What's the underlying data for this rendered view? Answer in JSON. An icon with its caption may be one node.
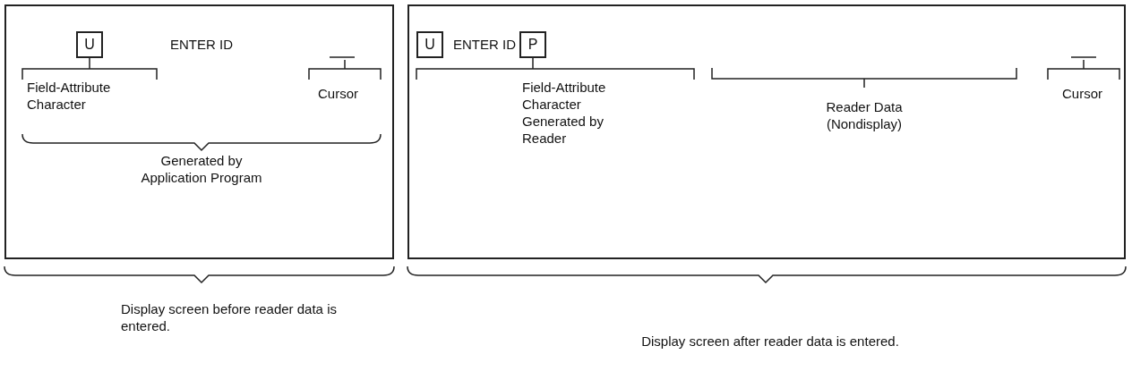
{
  "diagram": {
    "nodes": [
      {
        "text": [
          "ENTER ID",
          "Field-Attribute Character",
          "Cursor",
          "Generated by Application Program"
        ]
      },
      {
        "text": [
          "U"
        ],
        "in": 0
      },
      {
        "text": [
          "ENTER ID",
          "Field-Attribute Character Generated by Reader",
          "Reader Data (Nondisplay)",
          "Cursor"
        ]
      },
      {
        "text": [
          "U"
        ],
        "in": 2
      },
      {
        "text": [
          "P"
        ],
        "in": 2
      }
    ],
    "edges": [],
    "labels": [
      "Display screen before reader data is entered.",
      "Display screen after reader data is entered."
    ]
  }
}
